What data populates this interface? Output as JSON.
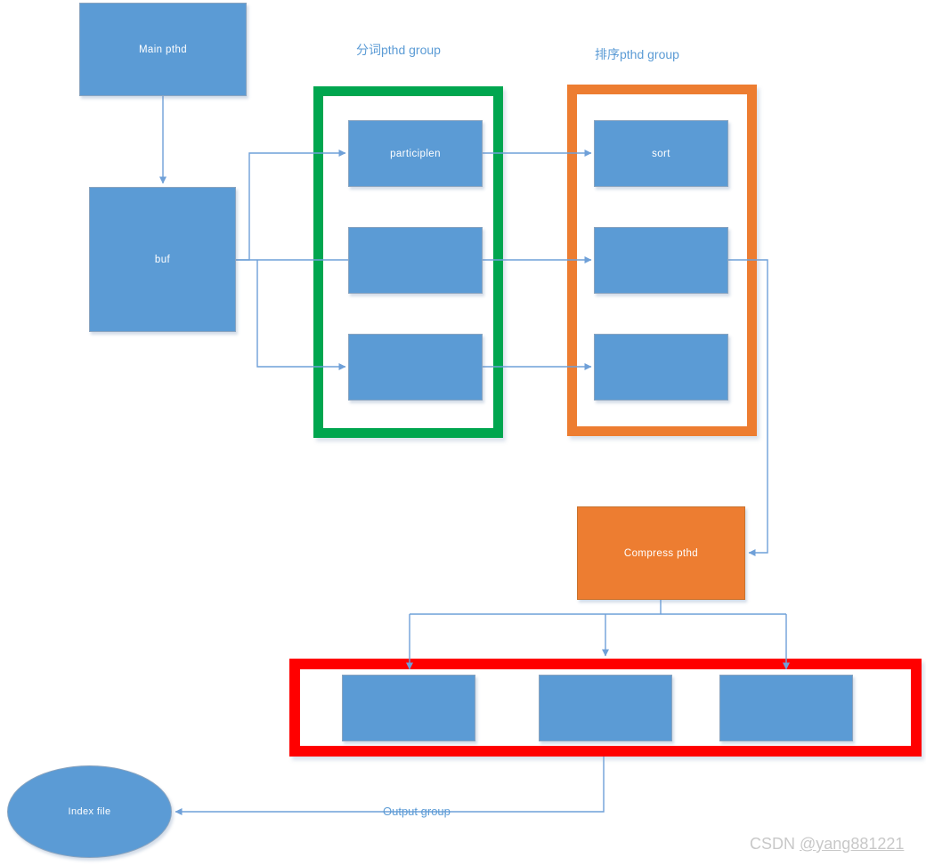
{
  "diagram": {
    "nodes": {
      "main": "Main pthd",
      "buf": "buf",
      "participle_worker_1": "participlen",
      "sort_worker_1": "sort",
      "compress": "Compress pthd",
      "index_file": "Index file"
    },
    "group_labels": {
      "participle_group": "分词pthd group",
      "sort_group": "排序pthd group",
      "output_group": "Output group"
    },
    "watermark": {
      "prefix": "CSDN ",
      "handle": "@yang881221"
    },
    "colors": {
      "node_blue": "#5B9BD5",
      "node_orange": "#ED7D31",
      "group_green": "#00A64F",
      "group_red": "#FF0000",
      "connector_blue": "#6FA0D8",
      "label_blue": "#5B9BD5",
      "watermark_gray": "#C8C8C8"
    }
  }
}
